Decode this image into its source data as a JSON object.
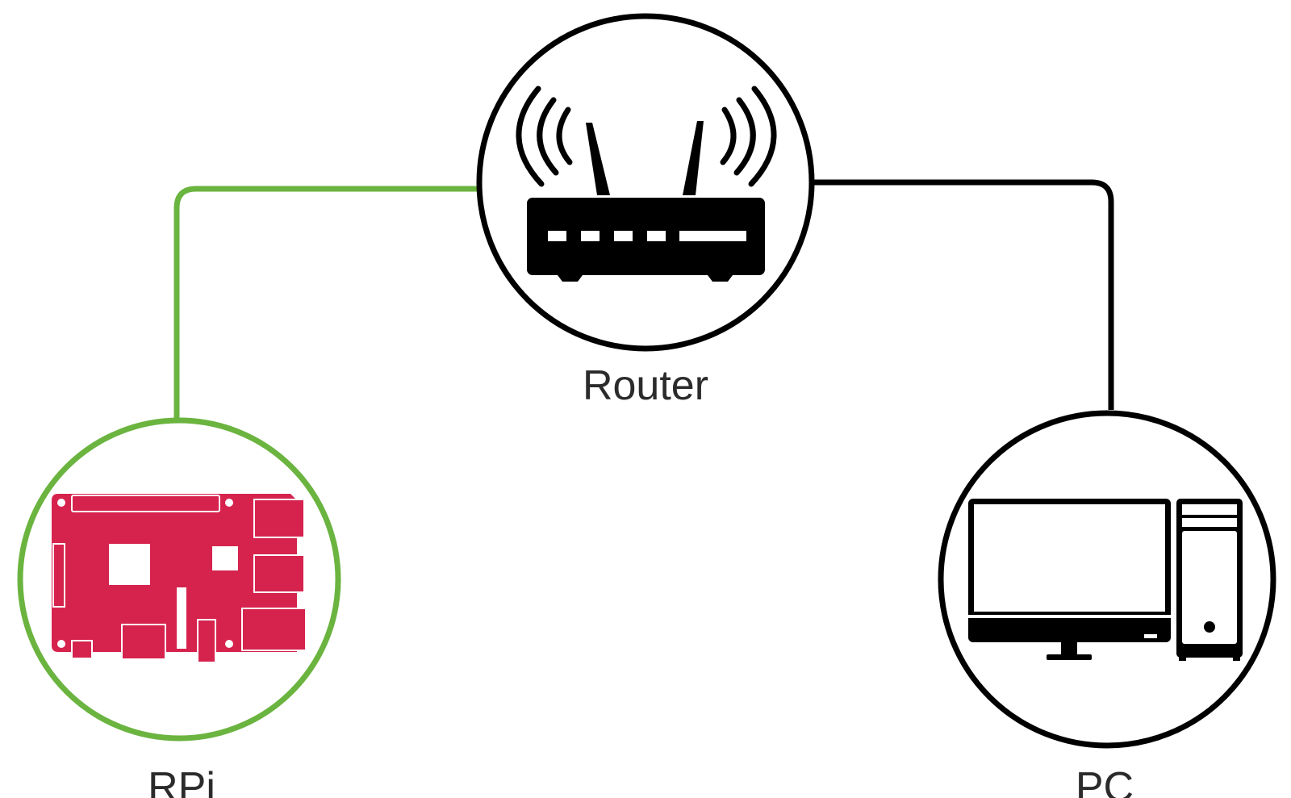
{
  "colors": {
    "rpi_link": "#6ab43f",
    "pc_link": "#000000",
    "rpi_board": "#d6234e",
    "icon": "#000000"
  },
  "nodes": {
    "router": {
      "label": "Router",
      "icon": "wifi-router-icon"
    },
    "rpi": {
      "label": "RPi",
      "icon": "raspberry-pi-board-icon"
    },
    "pc": {
      "label": "PC",
      "icon": "desktop-computer-icon"
    }
  },
  "links": [
    {
      "from": "rpi",
      "to": "router",
      "color": "#6ab43f"
    },
    {
      "from": "router",
      "to": "pc",
      "color": "#000000"
    }
  ]
}
